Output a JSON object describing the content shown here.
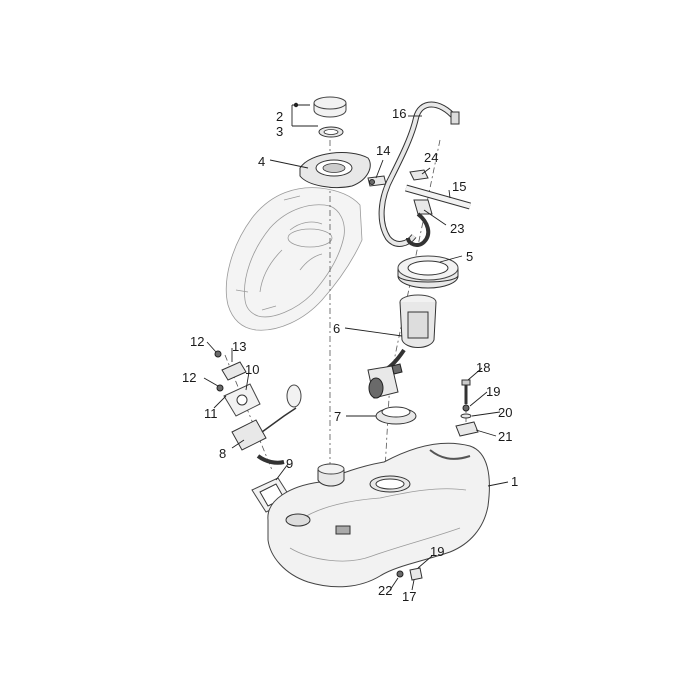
{
  "labels": {
    "p1": "1",
    "p2": "2",
    "p3": "3",
    "p4": "4",
    "p5": "5",
    "p6": "6",
    "p7": "7",
    "p8": "8",
    "p9": "9",
    "p10": "10",
    "p11": "11",
    "p12a": "12",
    "p12b": "12",
    "p13": "13",
    "p14": "14",
    "p15": "15",
    "p16": "16",
    "p17": "17",
    "p18": "18",
    "p19a": "19",
    "p19b": "19",
    "p20": "20",
    "p21": "21",
    "p22": "22",
    "p23": "23",
    "p24": "24"
  },
  "colors": {
    "line": "#222222",
    "ghost": "#9a9a9a",
    "part_fill": "#e8e8e8",
    "dark_fill": "#6a6a6a"
  }
}
